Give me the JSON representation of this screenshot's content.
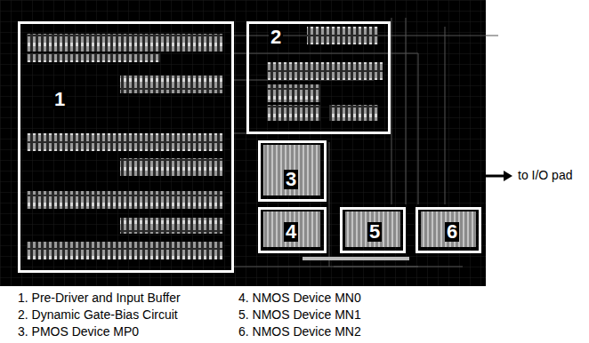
{
  "diagram": {
    "nodes": [
      {
        "text": [
          "1"
        ]
      },
      {
        "text": [
          "2"
        ]
      },
      {
        "text": [
          "3"
        ]
      },
      {
        "text": [
          "4"
        ]
      },
      {
        "text": [
          "5"
        ]
      },
      {
        "text": [
          "6"
        ]
      }
    ],
    "labels": [
      "to I/O pad",
      "1. Pre-Driver and Input Buffer",
      "4. NMOS Device MN0",
      "2. Dynamic Gate-Bias Circuit",
      "5. NMOS Device MN1",
      "3. PMOS Device MP0",
      "6. NMOS Device MN2"
    ]
  }
}
